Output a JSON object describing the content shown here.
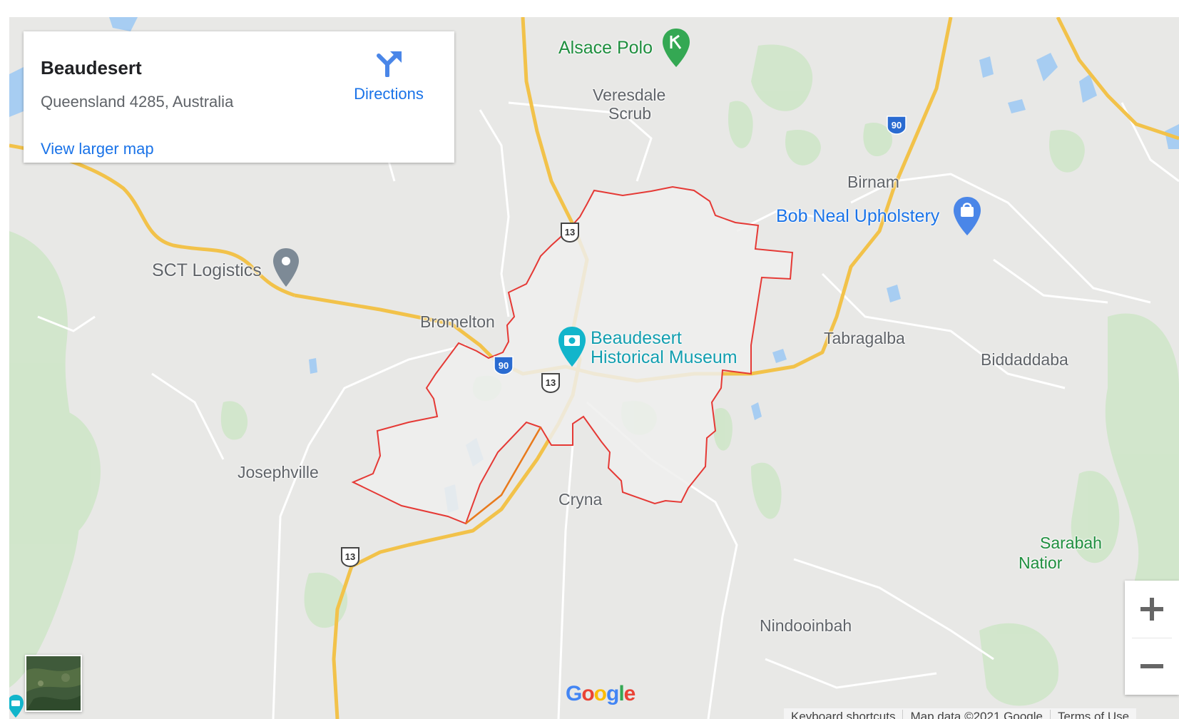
{
  "infocard": {
    "title": "Beaudesert",
    "address": "Queensland 4285, Australia",
    "larger_map_link": "View larger map",
    "directions_label": "Directions"
  },
  "places": [
    {
      "label": "Veresdale",
      "class": ""
    },
    {
      "label": "Scrub",
      "class": ""
    },
    {
      "label": "Birnam",
      "class": ""
    },
    {
      "label": "SCT Logistics",
      "class": ""
    },
    {
      "label": "Bromelton",
      "class": ""
    },
    {
      "label": "Tabragalba",
      "class": ""
    },
    {
      "label": "Biddaddaba",
      "class": ""
    },
    {
      "label": "Josephville",
      "class": ""
    },
    {
      "label": "Cryna",
      "class": ""
    },
    {
      "label": "Nindooinbah",
      "class": ""
    },
    {
      "label": "Sarabah",
      "class": "poi-green"
    },
    {
      "label": "Natior",
      "class": "poi-green"
    }
  ],
  "pois": {
    "alsace": "Alsace Polo",
    "bob_neal": "Bob Neal Upholstery",
    "museum_line1": "Beaudesert",
    "museum_line2": "Historical Museum"
  },
  "shields": {
    "route_13": "13",
    "route_90": "90"
  },
  "logo": {
    "g1": "G",
    "o1": "o",
    "o2": "o",
    "g2": "g",
    "l": "l",
    "e": "e"
  },
  "footer": {
    "shortcuts": "Keyboard shortcuts",
    "map_data": "Map data ©2021 Google",
    "terms": "Terms of Use"
  },
  "colors": {
    "boundary": "#e53935",
    "highway": "#f6c74a",
    "water": "#a7cdf2",
    "park": "#c9e5c4"
  }
}
